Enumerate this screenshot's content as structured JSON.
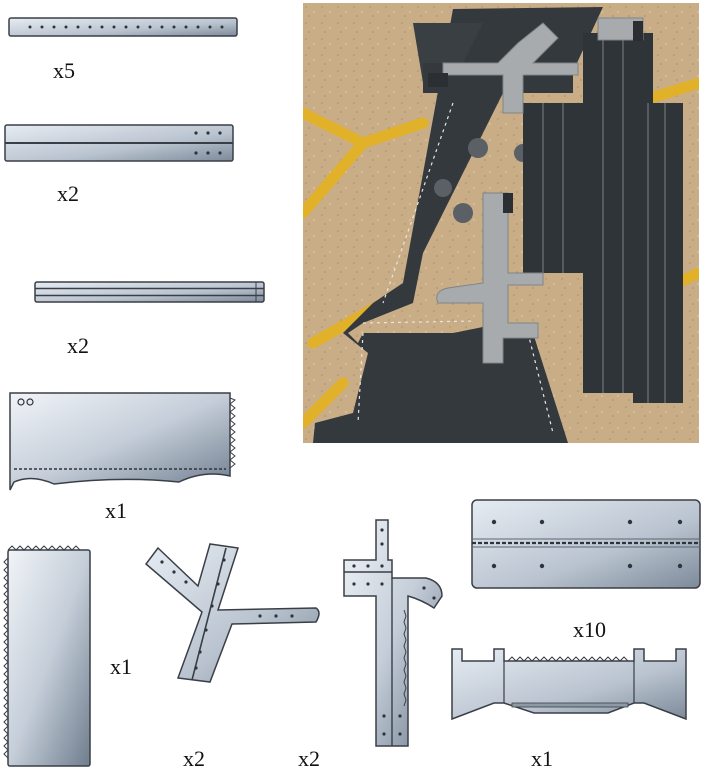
{
  "figure": {
    "quantities": {
      "long_strip": "x5",
      "double_strip": "x2",
      "triple_strip": "x2",
      "bulkhead_panel": "x1",
      "tall_panel": "x1",
      "y_bracket": "x2",
      "t_bracket": "x2",
      "hinge_plate": "x10",
      "saddle_bracket": "x1"
    }
  },
  "colors": {
    "metal_light": "#dfe6ee",
    "metal_dark": "#7a8797",
    "outline": "#3a3f47",
    "photo_ground": "#cbb08b",
    "photo_paint": "#e2b12a",
    "photo_panel": "#34393d"
  }
}
